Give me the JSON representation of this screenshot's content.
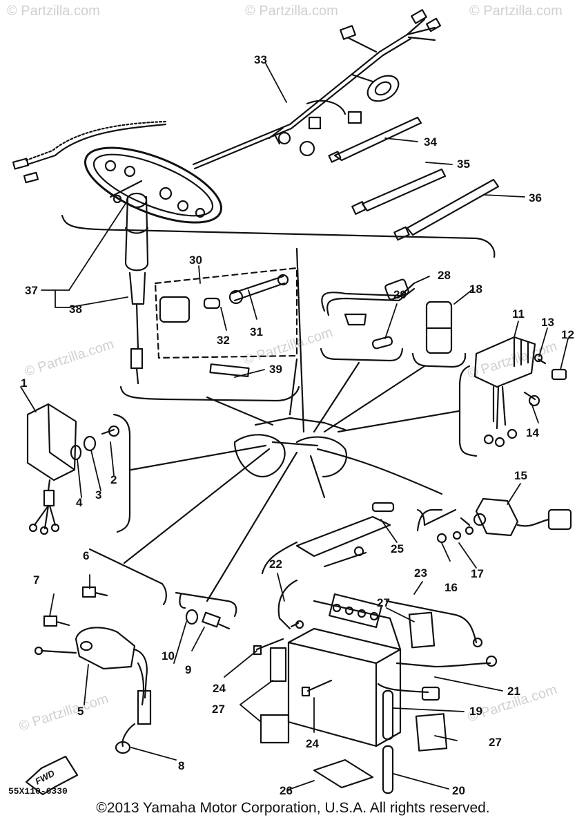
{
  "watermarks": [
    "© Partzilla.com",
    "© Partzilla.com",
    "© Partzilla.com",
    "© Partzilla.com",
    "© Partzilla.com",
    "© Partzilla.com",
    "© Partzilla.com",
    "© Partzilla.com"
  ],
  "callouts": [
    "1",
    "2",
    "3",
    "4",
    "5",
    "6",
    "7",
    "8",
    "9",
    "10",
    "11",
    "12",
    "13",
    "14",
    "15",
    "16",
    "17",
    "19",
    "20",
    "21",
    "22",
    "23",
    "24",
    "24",
    "25",
    "26",
    "27",
    "27",
    "27",
    "27",
    "28",
    "29",
    "30",
    "31",
    "32",
    "33",
    "34",
    "35",
    "36",
    "37",
    "38",
    "39",
    "18"
  ],
  "fwd_label": "FWD",
  "diagram_code": "55X110-6330",
  "copyright": "©2013 Yamaha Motor Corporation, U.S.A. All rights reserved."
}
